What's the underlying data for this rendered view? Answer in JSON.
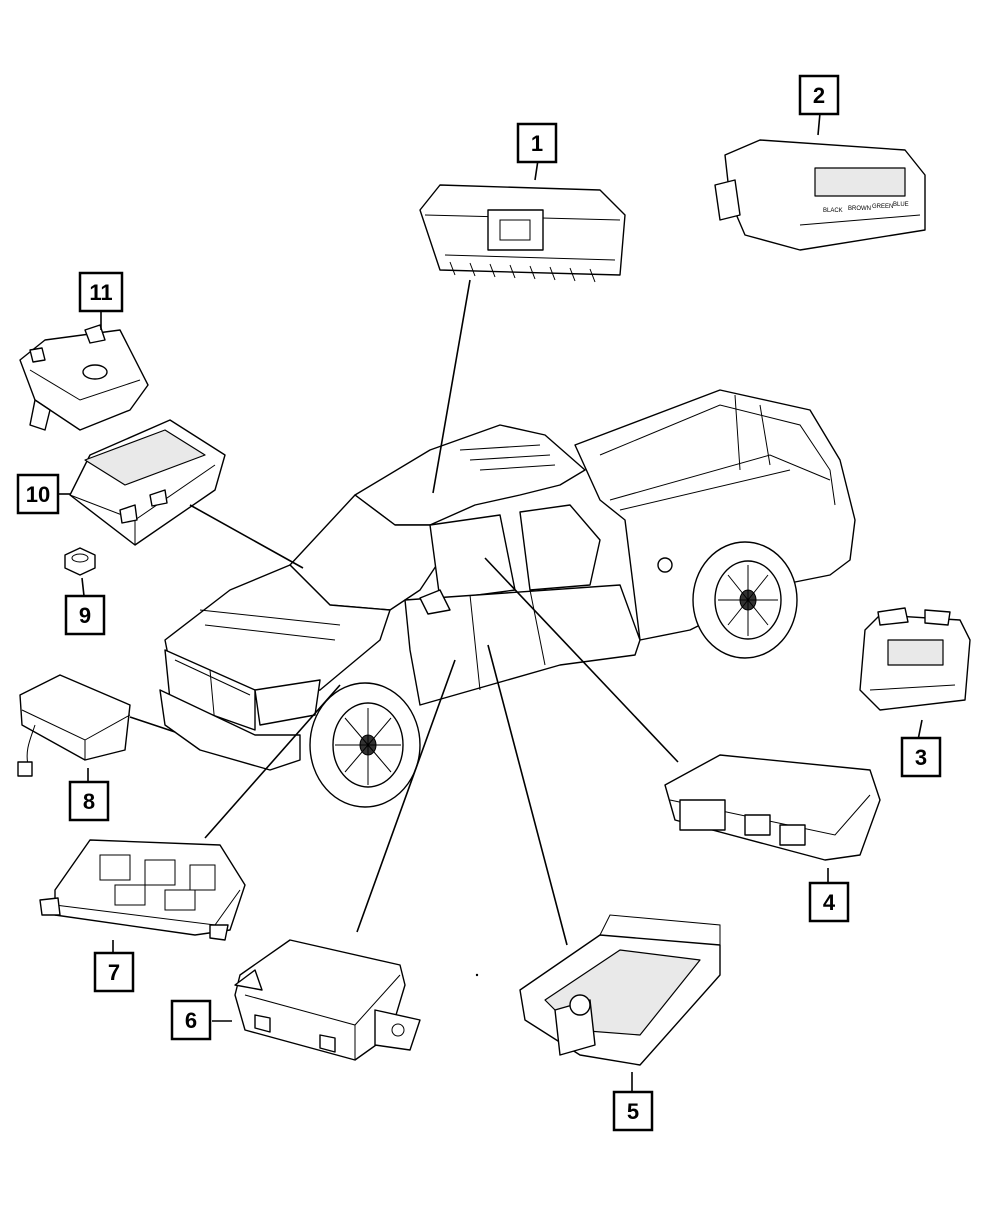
{
  "callouts": [
    {
      "id": "1",
      "label": "1"
    },
    {
      "id": "2",
      "label": "2"
    },
    {
      "id": "3",
      "label": "3"
    },
    {
      "id": "4",
      "label": "4"
    },
    {
      "id": "5",
      "label": "5"
    },
    {
      "id": "6",
      "label": "6"
    },
    {
      "id": "7",
      "label": "7"
    },
    {
      "id": "8",
      "label": "8"
    },
    {
      "id": "9",
      "label": "9"
    },
    {
      "id": "10",
      "label": "10"
    },
    {
      "id": "11",
      "label": "11"
    }
  ],
  "module2_connector_labels": [
    "BLACK",
    "BROWN",
    "GREEN",
    "BLUE"
  ]
}
